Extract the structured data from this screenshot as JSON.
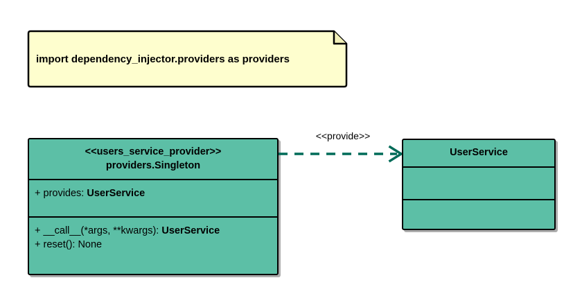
{
  "diagram": {
    "kind": "uml-class-diagram",
    "background_color": "#FFFFFF"
  },
  "note": {
    "icon": "note-folded-corner-icon",
    "text": "import dependency_injector.providers as providers",
    "fill_color": "#FEFECE",
    "border_color": "#000000"
  },
  "provider_class": {
    "stereotype": "<<users_service_provider>>",
    "name": "providers.Singleton",
    "fill_color": "#5CBFA6",
    "border_color": "#000000",
    "attributes": [
      {
        "visibility": "+",
        "label": "provides: ",
        "type": "UserService"
      }
    ],
    "operations": [
      {
        "visibility": "+",
        "label": "__call__(*args, **kwargs): ",
        "type": "UserService"
      },
      {
        "visibility": "+",
        "label": "reset(): None",
        "type": ""
      }
    ]
  },
  "service_class": {
    "name": "UserService",
    "fill_color": "#5CBFA6",
    "border_color": "#000000",
    "attributes": [],
    "operations": []
  },
  "connector": {
    "label": "<<provide>>",
    "style": "dashed",
    "arrow": "open-arrow-icon",
    "color": "#006B58"
  }
}
